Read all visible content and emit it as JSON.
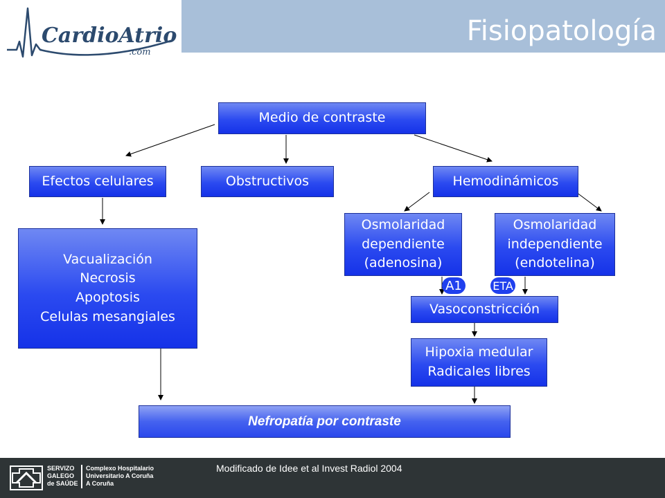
{
  "header": {
    "logo": {
      "brand": "CardioAtrio",
      "suffix": ".com"
    },
    "title": "Fisiopatología"
  },
  "diagram": {
    "root": "Medio de contraste",
    "branches": {
      "cellular": "Efectos celulares",
      "obstructive": "Obstructivos",
      "hemodynamic": "Hemodinámicos"
    },
    "cellular_effects": "Vacualización\nNecrosis\nApoptosis\nCelulas mesangiales",
    "osmolarity_dependent": "Osmolaridad\ndependiente\n(adenosina)",
    "osmolarity_independent": "Osmolaridad\nindependiente\n(endotelina)",
    "receptors": {
      "a1": "A1",
      "eta": "ETA"
    },
    "vasoconstriction": "Vasoconstricción",
    "hypoxia": "Hipoxia medular\nRadicales libres",
    "outcome": "Nefropatía por contraste"
  },
  "footer": {
    "institution": [
      "SERVIZO",
      "GALEGO",
      "de SAÚDE",
      "Complexo Hospitalario",
      "Universitario A Coruña",
      "A Coruña"
    ],
    "citation": "Modificado de Idee et al Invest Radiol 2004"
  },
  "colors": {
    "header_bar": "#a8bfd9",
    "box_blue": "#2b4af0",
    "footer": "#2e3436",
    "logo_text": "#2c4a6e"
  }
}
